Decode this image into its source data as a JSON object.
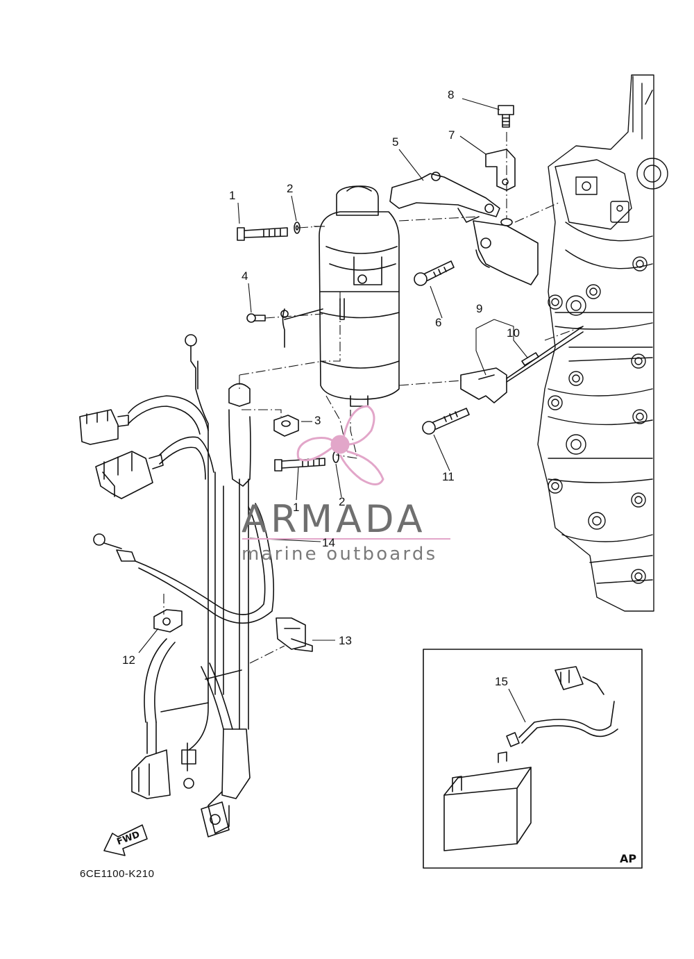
{
  "diagram": {
    "code": "6CE1100-K210",
    "inset_label": "AP",
    "direction_label": "FWD",
    "callouts": [
      {
        "id": "c1a",
        "text": "1"
      },
      {
        "id": "c2a",
        "text": "2"
      },
      {
        "id": "c3",
        "text": "3"
      },
      {
        "id": "c4",
        "text": "4"
      },
      {
        "id": "c5",
        "text": "5"
      },
      {
        "id": "c6",
        "text": "6"
      },
      {
        "id": "c7",
        "text": "7"
      },
      {
        "id": "c8",
        "text": "8"
      },
      {
        "id": "c9",
        "text": "9"
      },
      {
        "id": "c10",
        "text": "10"
      },
      {
        "id": "c11",
        "text": "11"
      },
      {
        "id": "c1b",
        "text": "1"
      },
      {
        "id": "c2b",
        "text": "2"
      },
      {
        "id": "c12",
        "text": "12"
      },
      {
        "id": "c13",
        "text": "13"
      },
      {
        "id": "c14",
        "text": "14"
      },
      {
        "id": "c15",
        "text": "15"
      }
    ]
  },
  "watermark": {
    "title": "ARMADA",
    "subtitle": "marine outboards",
    "accent_color": "#e2a6c9"
  }
}
